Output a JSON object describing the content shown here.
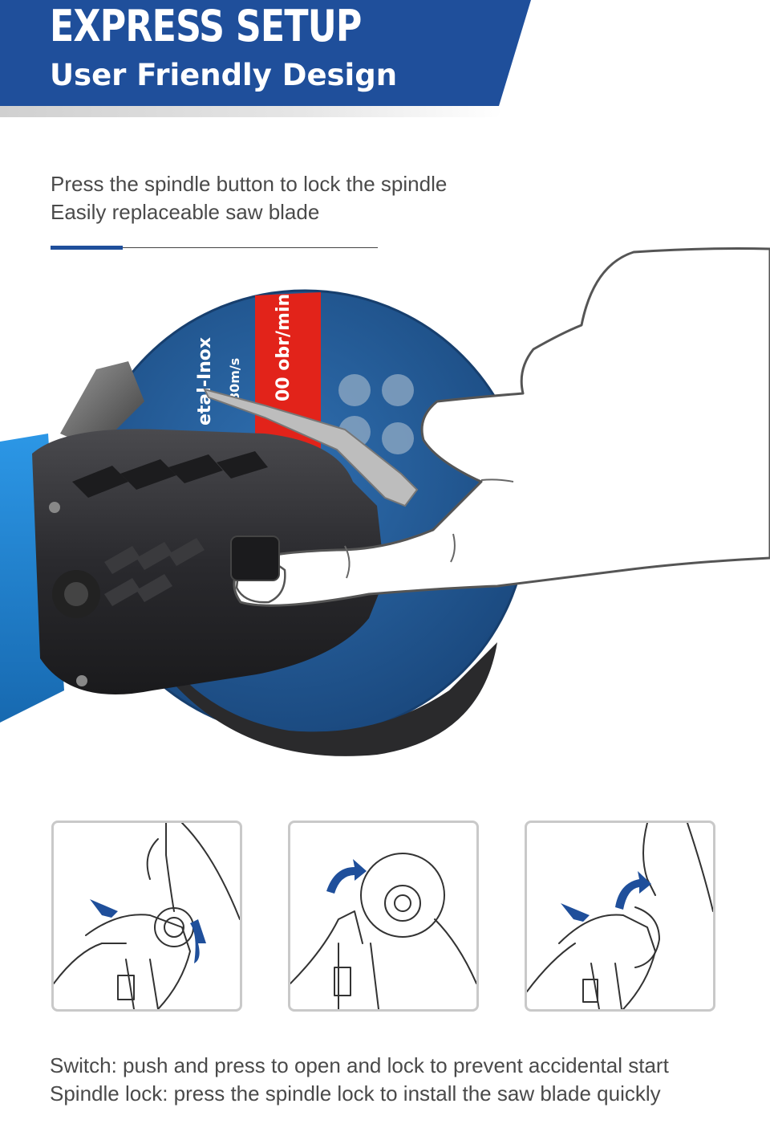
{
  "header": {
    "title": "EXPRESS SETUP",
    "subtitle": "User Friendly Design"
  },
  "intro": {
    "line1": "Press the spindle button to lock the spindle",
    "line2": "Easily replaceable saw blade"
  },
  "hero": {
    "blade_text": "00 obr/min",
    "blade_text_2": "etal-Inox",
    "blade_text_3": "80m/s"
  },
  "steps": [
    {
      "icon": "step-1-remove-blade-icon"
    },
    {
      "icon": "step-2-rotate-blade-icon"
    },
    {
      "icon": "step-3-install-blade-icon"
    }
  ],
  "footer": {
    "line1": "Switch: push and press to open and lock to prevent accidental start",
    "line2": "Spindle lock: press the spindle lock to install the saw blade quickly"
  },
  "colors": {
    "brand_blue": "#1f4f9b",
    "tool_blue": "#1f86d4",
    "blade_red": "#e2231a",
    "text_gray": "#4a4a4a"
  }
}
